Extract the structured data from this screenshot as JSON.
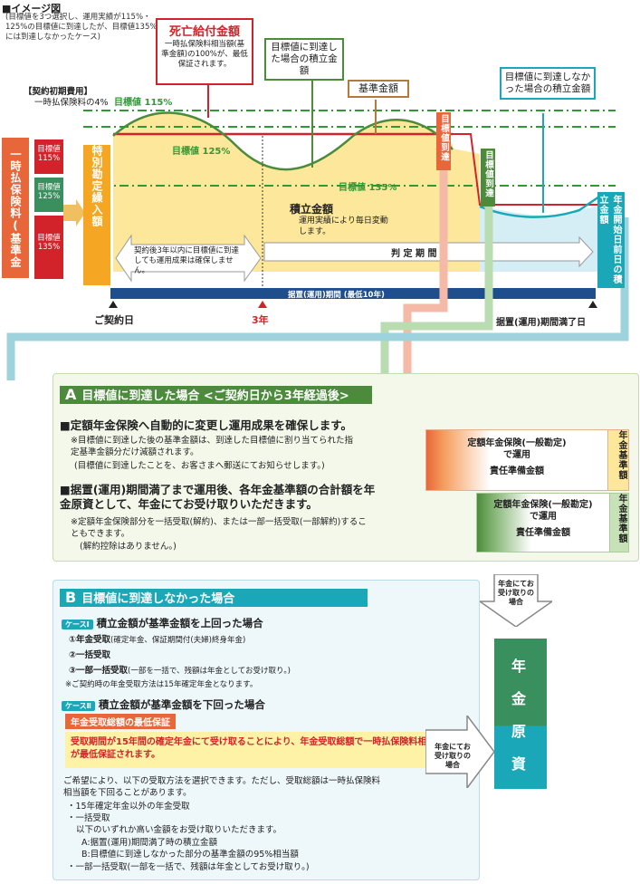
{
  "header": {
    "title": "■イメージ図",
    "note": "(目標値を3つ選択し、運用実績が115%・125%の目標値に到達したが、目標値135%には到達しなかったケース)"
  },
  "callouts": {
    "death_title": "死亡給付金額",
    "death_body": "一時払保険料相当額(基準金額)の100%が、最低保証されます。",
    "reached_acc": "目標値に到達した場合の積立金額",
    "base_amount": "基準金額",
    "not_reached_acc": "目標値に到達しなかった場合の積立金額",
    "initial_cost_title": "【契約初期費用】",
    "initial_cost_body": "一時払保険料の4%"
  },
  "left": {
    "premium_label": "一時払保険料(基準金額)",
    "targets": [
      "目標値115%",
      "目標値125%",
      "目標値135%"
    ],
    "special_account": "特別勘定繰入額"
  },
  "chart": {
    "target_lines": [
      "目標値 115%",
      "目標値 125%",
      "目標値 135%"
    ],
    "reach_label": "目標値到達",
    "acc_title": "積立金額",
    "acc_body": "運用実績により毎日変動します。",
    "guarantee_note": "契約後3年以内に目標値に到達しても運用成果は確保しません。",
    "judge_period": "判 定 期 間",
    "deferral_bar": "据置(運用)期間 (最低10年)",
    "contract_date": "ご契約日",
    "year3": "3年",
    "deferral_end": "据置(運用)期間満了日",
    "pension_start_acc": "年金開始日前日の積立金額"
  },
  "sectionA": {
    "letter": "A",
    "title": "目標値に到達した場合 <ご契約日から3年経過後>",
    "bullet1": "■定額年金保険へ自動的に変更し運用成果を確保します。",
    "note1a": "※目標値に到達した後の基準金額は、到達した目標値に割り当てられた指定基準金額分だけ減額されます。",
    "note1b": "(目標値に到達したことを、お客さまへ郵送にてお知らせします。)",
    "bullet2": "■据置(運用)期間満了まで運用後、各年金基準額の合計額を年金原資として、年金にてお受け取りいただきます。",
    "note2a": "※定額年金保険部分を一括受取(解約)、または一部一括受取(一部解約)することもできます。",
    "note2b": "(解約控除はありません。)",
    "box1_line1": "定額年金保険(一般勘定)",
    "box1_line2": "で運用",
    "box1_reserve": "責任準備金額",
    "box1_side": "年金基準額",
    "box2_line1": "定額年金保険(一般勘定)",
    "box2_line2": "で運用",
    "box2_reserve": "責任準備金額",
    "box2_side": "年金基準額"
  },
  "sectionB": {
    "letter": "B",
    "title": "目標値に到達しなかった場合",
    "case1_badge": "ケースⅠ",
    "case1_title": "積立金額が基準金額を上回った場合",
    "opt1": "①年金受取",
    "opt1_note": "(確定年金、保証期間付(夫婦)終身年金)",
    "opt2": "②一括受取",
    "opt3": "③一部一括受取",
    "opt3_note": "(一部を一括で、残額は年金としてお受け取り。)",
    "case1_note": "※ご契約時の年金受取方法は15年確定年金となります。",
    "case2_badge": "ケースⅡ",
    "case2_title": "積立金額が基準金額を下回った場合",
    "min_guarantee": "年金受取総額の最低保証",
    "guarantee_text": "受取期間が15年間の確定年金にて受け取ることにより、年金受取総額で一時払保険料相当額が最低保証されます。",
    "choose_text": "ご希望により、以下の受取方法を選択できます。ただし、受取総額は一時払保険料相当額を下回ることがあります。",
    "item1": "・15年確定年金以外の年金受取",
    "item2": "・一括受取",
    "item2_sub": "以下のいずれか高い金額をお受け取りいただきます。",
    "item2_a": "A:据置(運用)期間満了時の積立金額",
    "item2_b": "B:目標値に到達しなかった部分の基準金額の95%相当額",
    "item3": "・一部一括受取(一部を一括で、残額は年金としてお受け取り。)"
  },
  "right": {
    "arrow1": "年金にてお受け取りの場合",
    "arrow2": "年金にてお受け取りの場合",
    "fund_chars": [
      "年",
      "金",
      "原",
      "資"
    ]
  }
}
